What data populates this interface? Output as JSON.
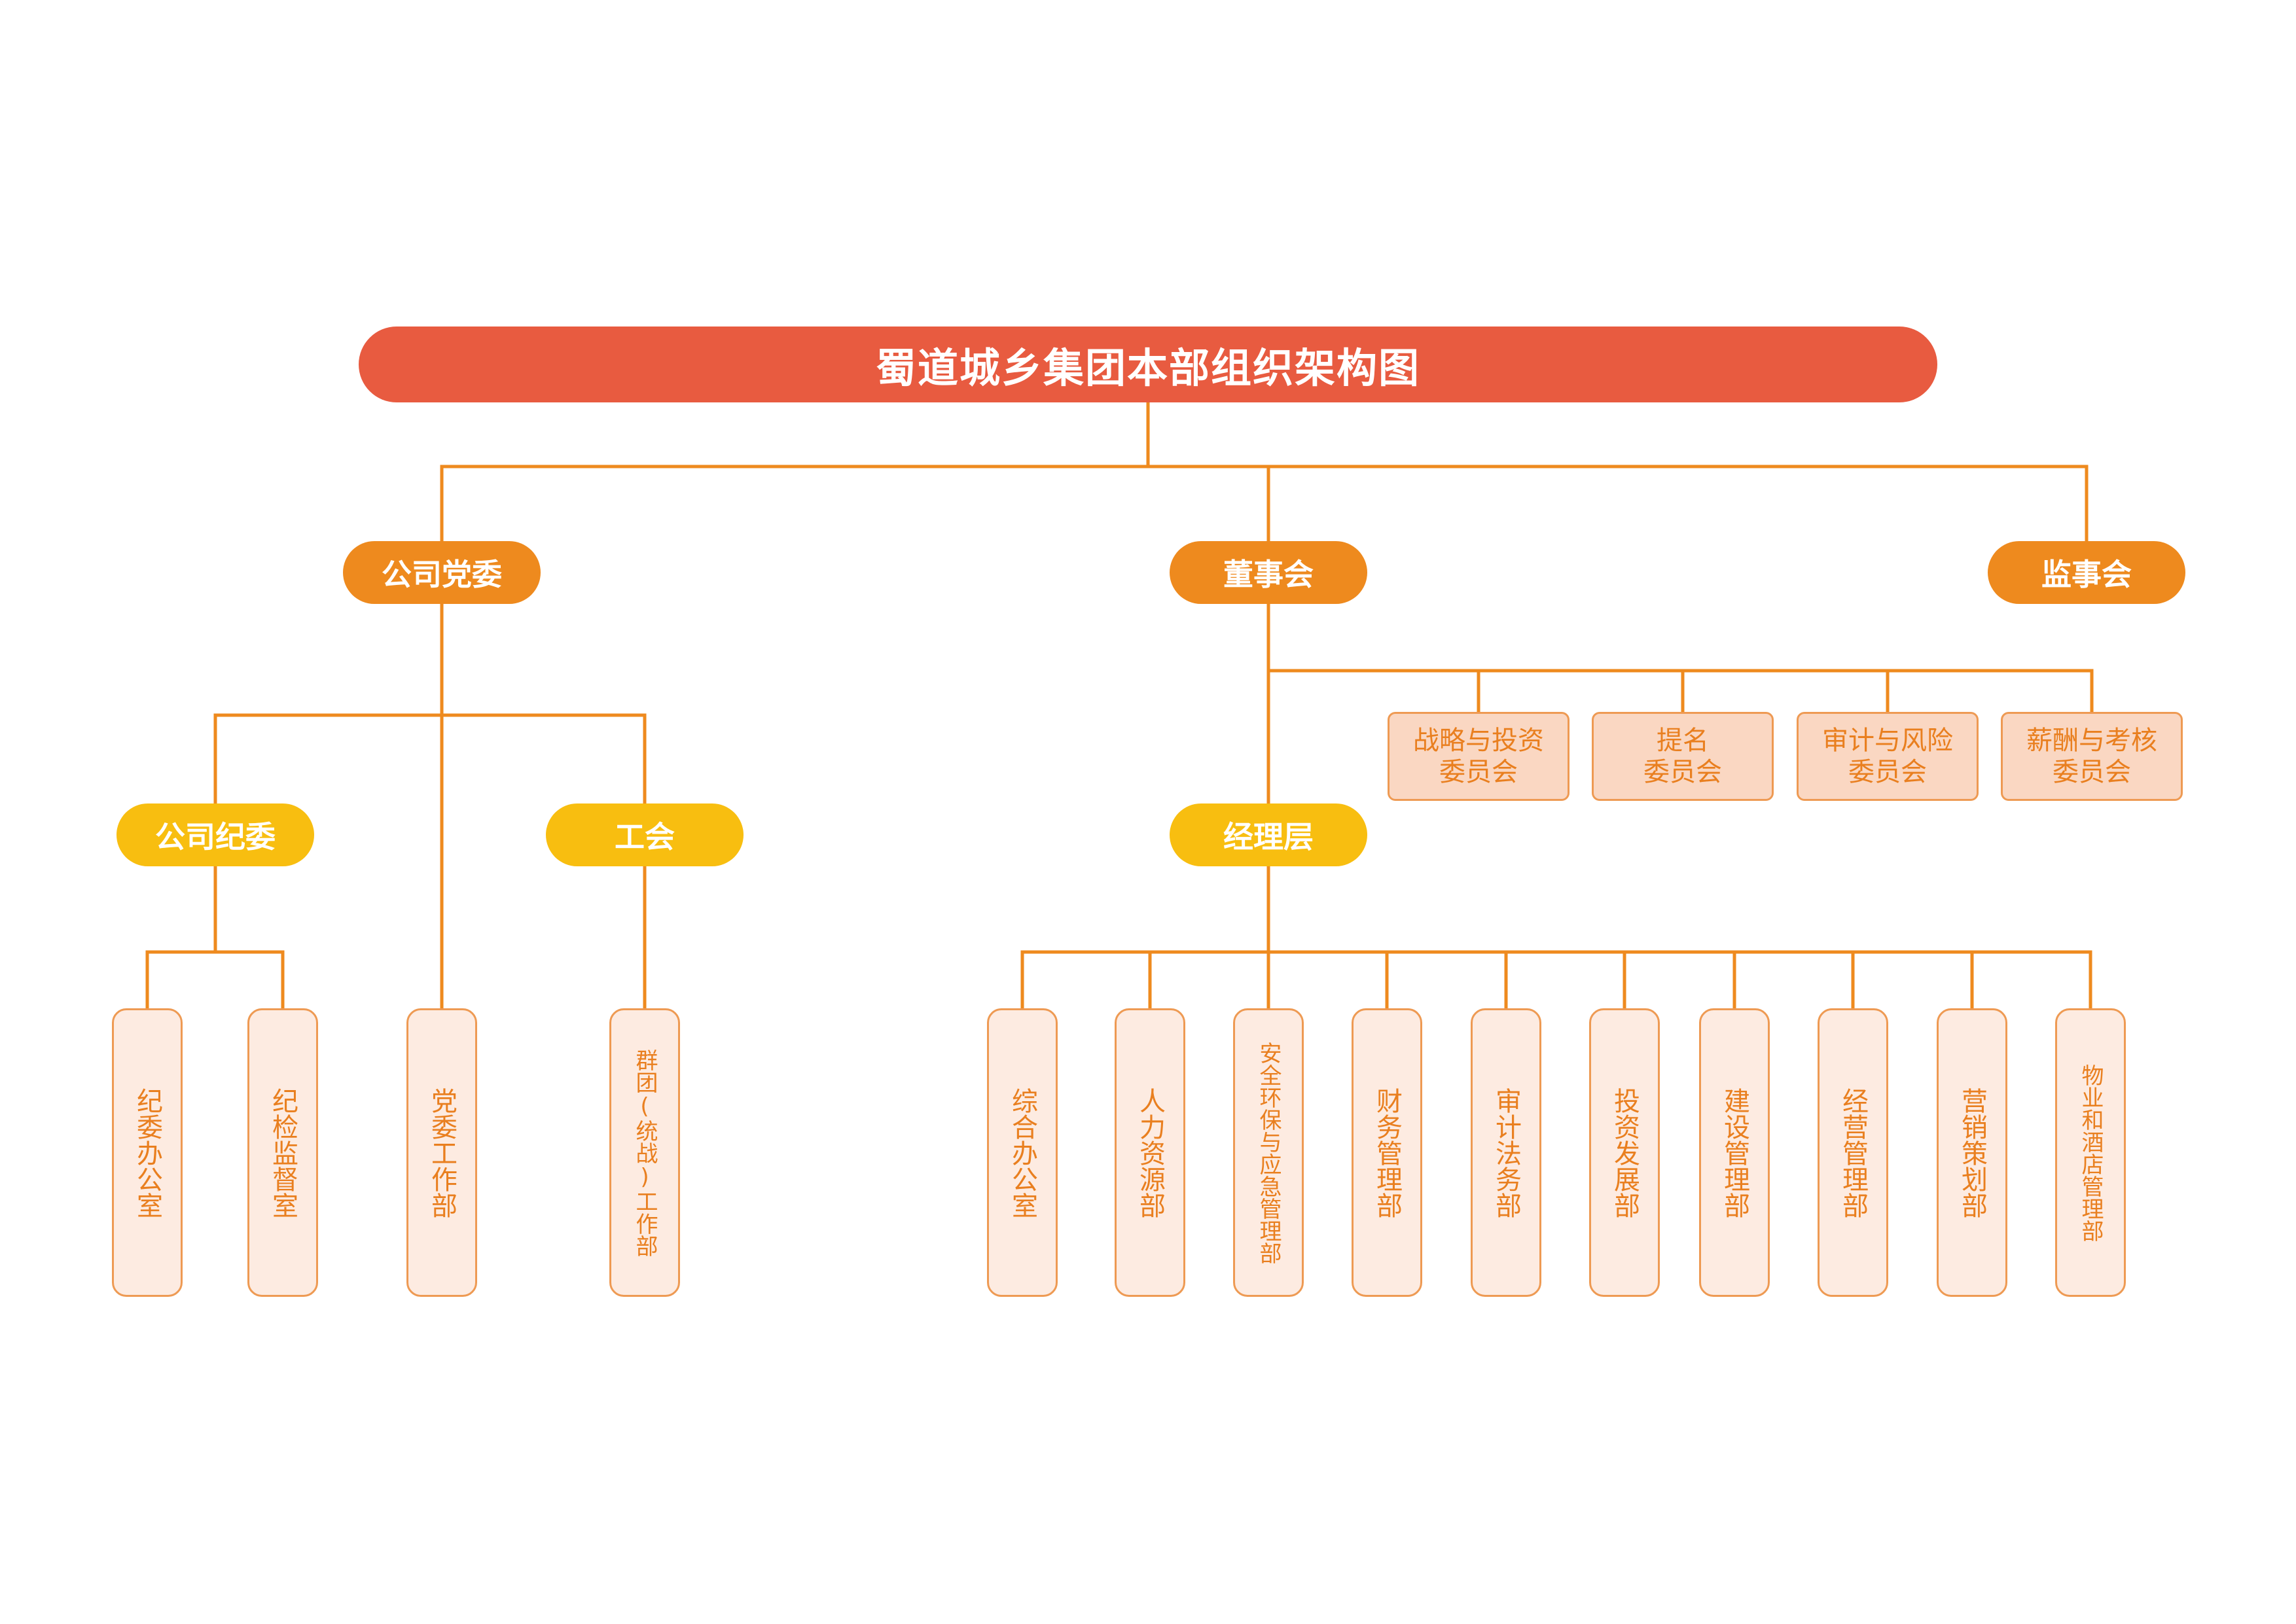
{
  "title": "蜀道城乡集团本部组织架构图",
  "top_level": {
    "party": "公司党委",
    "board": "董事会",
    "supervisors": "监事会"
  },
  "party_branch": {
    "discipline": "公司纪委",
    "union": "工会",
    "discipline_units": [
      "纪委办公室",
      "纪检监督室"
    ],
    "party_work": "党委工作部",
    "union_unit": "群团(统战)工作部"
  },
  "board_committees": [
    {
      "line1": "战略与投资",
      "line2": "委员会"
    },
    {
      "line1": "提名",
      "line2": "委员会"
    },
    {
      "line1": "审计与风险",
      "line2": "委员会"
    },
    {
      "line1": "薪酬与考核",
      "line2": "委员会"
    }
  ],
  "management": "经理层",
  "departments": [
    "综合办公室",
    "人力资源部",
    "安全环保与应急管理部",
    "财务管理部",
    "审计法务部",
    "投资发展部",
    "建设管理部",
    "经营管理部",
    "营销策划部",
    "物业和酒店管理部"
  ],
  "colors": {
    "title_bg": "#E85B40",
    "primary_orange": "#EE8A1E",
    "yellow": "#F8BE10",
    "line": "#EE8A1E",
    "light_box": "#FDEBE1",
    "committee_box": "#FAD7C2",
    "box_text": "#E97F1F"
  }
}
